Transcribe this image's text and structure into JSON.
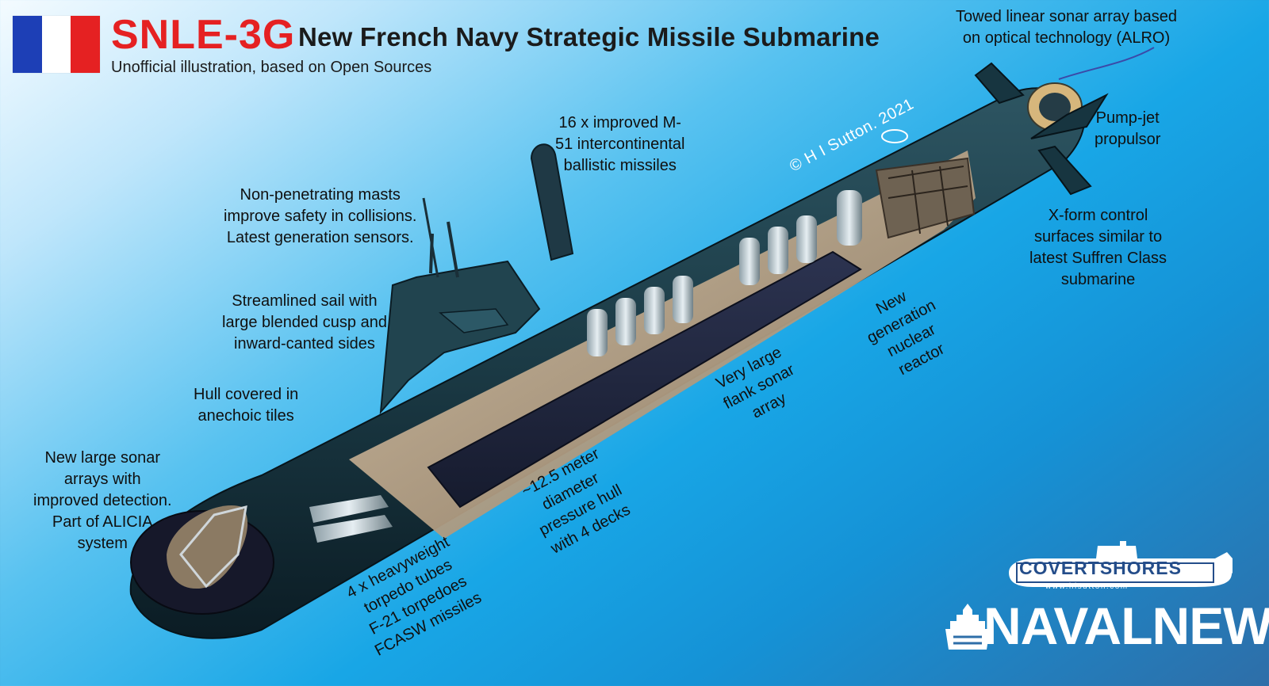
{
  "header": {
    "code": "SNLE-3G",
    "title": "New French Navy Strategic Missile Submarine",
    "subtitle": "Unofficial illustration, based on Open Sources"
  },
  "flag": {
    "colors": [
      "#1d3fb6",
      "#ffffff",
      "#e52122"
    ]
  },
  "credit": "© H I Sutton. 2021",
  "labels": {
    "towed_array": "Towed linear sonar array based\non optical technology (ALRO)",
    "pump_jet": "Pump-jet\npropulsor",
    "x_form": "X-form control\nsurfaces similar to\nlatest Suffren Class\nsubmarine",
    "missiles": "16 x  improved M-\n51 intercontinental\nballistic missiles",
    "masts": "Non-penetrating masts\nimprove safety in collisions.\nLatest generation sensors.",
    "sail": "Streamlined sail with\nlarge blended cusp and\ninward-canted sides",
    "hull_tiles": "Hull covered in\nanechoic tiles",
    "bow_sonar": "New large sonar\narrays with\nimproved detection.\nPart of ALICIA\nsystem",
    "torpedo_tubes": "4 x heavyweight\ntorpedo tubes\nF-21 torpedoes\nFCASW missiles",
    "pressure_hull": "~12.5 meter\ndiameter\npressure hull\nwith 4 decks",
    "flank_sonar": "Very large\nflank sonar\narray",
    "reactor": "New\ngeneration\nnuclear\nreactor"
  },
  "logos": {
    "covertshores": "COVERTSHORES",
    "covertshores_url": "www.hisutton.com",
    "navalnews": "NAVALNEWS"
  }
}
